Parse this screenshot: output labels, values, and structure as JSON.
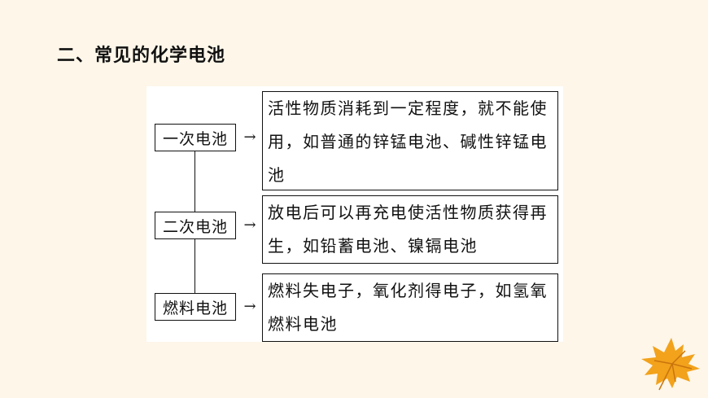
{
  "title": "二、常见的化学电池",
  "nodes": [
    {
      "label": "一次电池",
      "arrow": "→",
      "description": "活性物质消耗到一定程度，就不能使用，如普通的锌锰电池、碱性锌锰电池"
    },
    {
      "label": "二次电池",
      "arrow": "→",
      "description": "放电后可以再充电使活性物质获得再生，如铅蓄电池、镍镉电池"
    },
    {
      "label": "燃料电池",
      "arrow": "→",
      "description": "燃料失电子，氧化剂得电子，如氢氧燃料电池"
    }
  ],
  "colors": {
    "background": "#fdf6e9",
    "leaf": "#f2a21b",
    "leaf_vein": "#c9740d"
  },
  "icons": {
    "corner_decoration": "maple-leaf-icon"
  }
}
